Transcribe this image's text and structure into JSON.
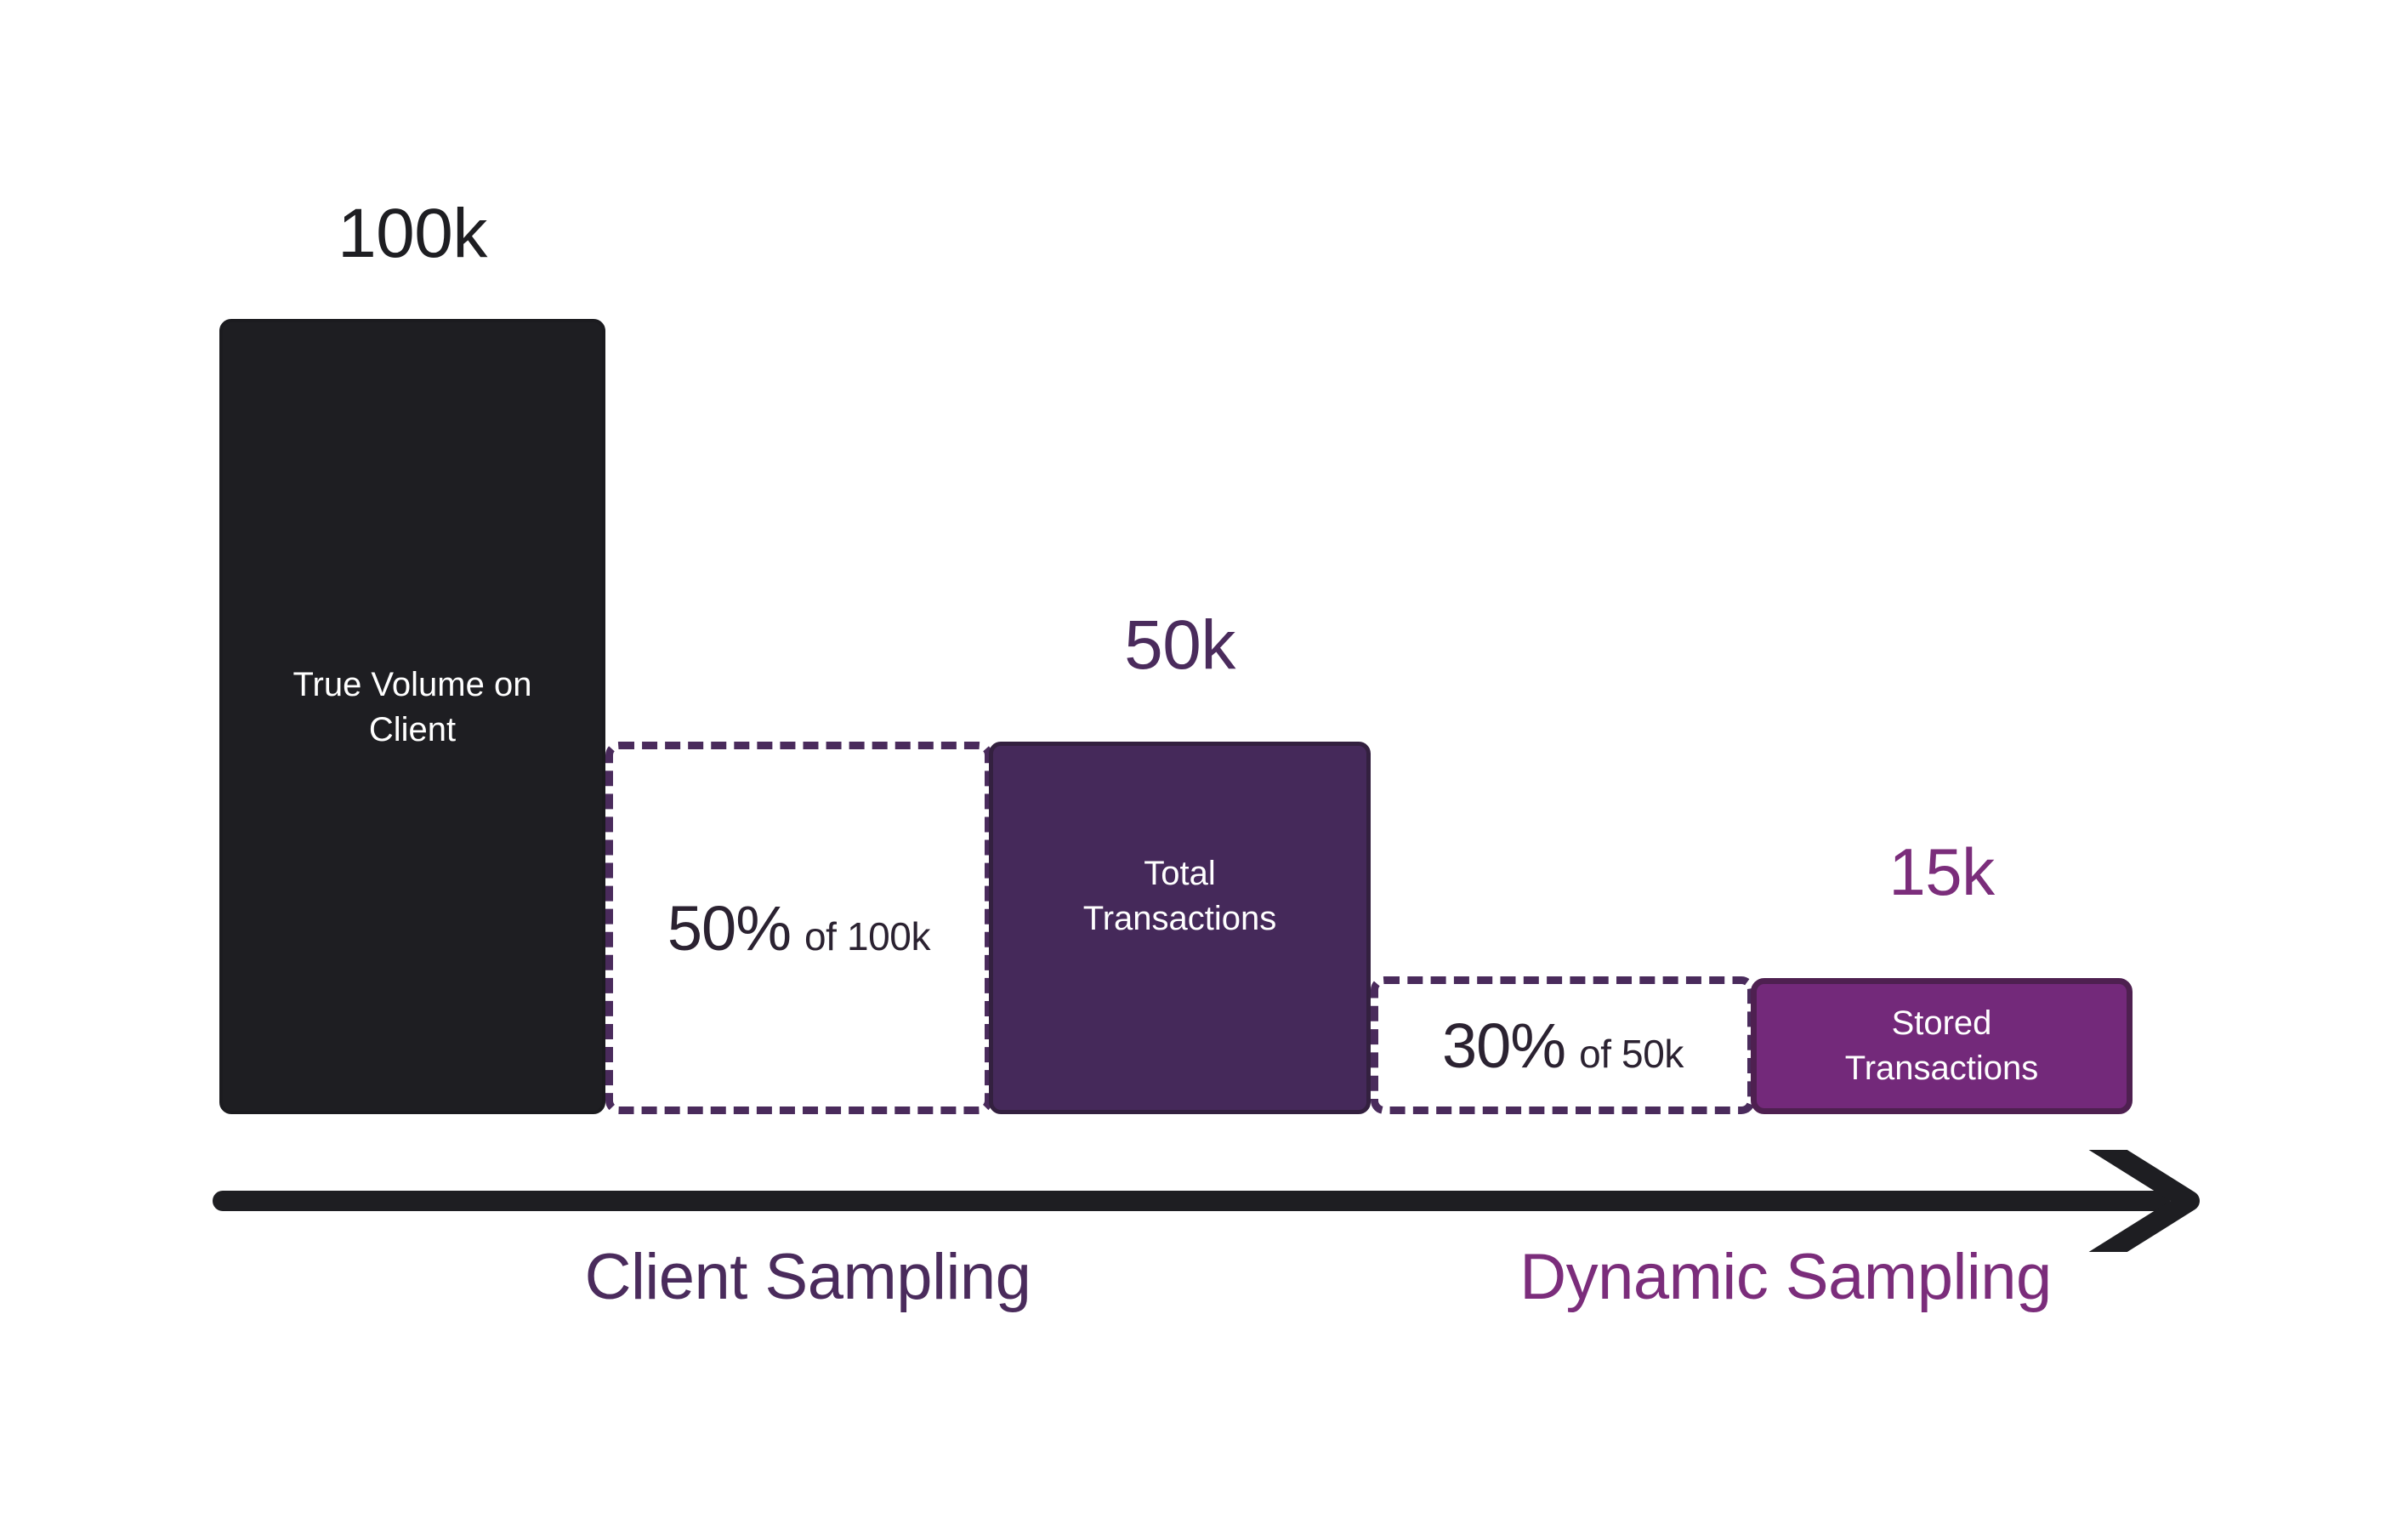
{
  "chart_data": {
    "type": "bar",
    "title": "",
    "subtitle": "",
    "xlabel": "",
    "ylabel": "",
    "grid": false,
    "legend": "none",
    "categories": [
      "True Volume on Client",
      "Total Transactions",
      "Stored Transactions"
    ],
    "values": [
      100000,
      50000,
      15000
    ],
    "value_labels": [
      "100k",
      "50k",
      "15k"
    ],
    "ylim": [
      0,
      100000
    ],
    "annotations": [
      {
        "stage": "Client Sampling",
        "rate_pct": 50,
        "of_label": "of 100k",
        "from": 100000,
        "to": 50000
      },
      {
        "stage": "Dynamic Sampling",
        "rate_pct": 30,
        "of_label": "of 50k",
        "from": 50000,
        "to": 15000
      }
    ]
  },
  "bars": [
    {
      "name": "true-volume",
      "value_label": "100k",
      "label_line1": "True Volume on",
      "label_line2": "Client",
      "fill": "#1E1E22",
      "caption_color": "#1E1E22"
    },
    {
      "name": "total-transactions",
      "value_label": "50k",
      "label_line1": "Total",
      "label_line2": "Transactions",
      "fill": "#45295A",
      "caption_color": "#4A2B5C"
    },
    {
      "name": "stored-transactions",
      "value_label": "15k",
      "label_line1": "Stored",
      "label_line2": "Transactions",
      "fill": "#73297A",
      "caption_color": "#7B2D7B"
    }
  ],
  "sampling_boxes": [
    {
      "name": "client-sampling-rate",
      "percent": "50%",
      "of_text": "of 100k",
      "border_color": "#4A2B5C"
    },
    {
      "name": "dynamic-sampling-rate",
      "percent": "30%",
      "of_text": "of 50k",
      "border_color": "#4A2B5C"
    }
  ],
  "sections": [
    {
      "name": "client-sampling",
      "label": "Client Sampling",
      "color": "#4A2B5C"
    },
    {
      "name": "dynamic-sampling",
      "label": "Dynamic Sampling",
      "color": "#7B2D7B"
    }
  ],
  "axis": {
    "name": "flow-arrow",
    "direction": "right",
    "color": "#1E1E22"
  }
}
